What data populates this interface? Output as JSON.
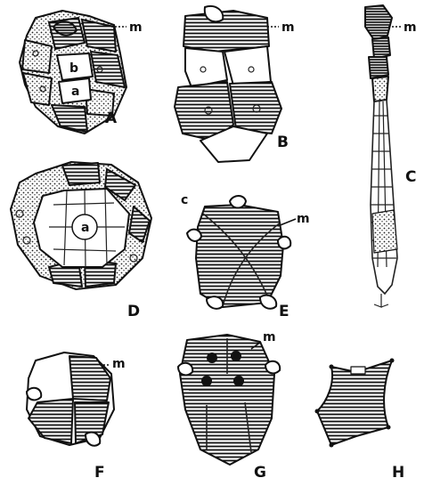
{
  "figure": {
    "panel_labels": [
      "A",
      "B",
      "C",
      "D",
      "E",
      "F",
      "G",
      "H"
    ],
    "marker_label": "m",
    "cell_labels": {
      "a": "a",
      "b": "b",
      "stray": "c"
    }
  },
  "colors": {
    "ink": "#111111",
    "paper": "#ffffff"
  }
}
